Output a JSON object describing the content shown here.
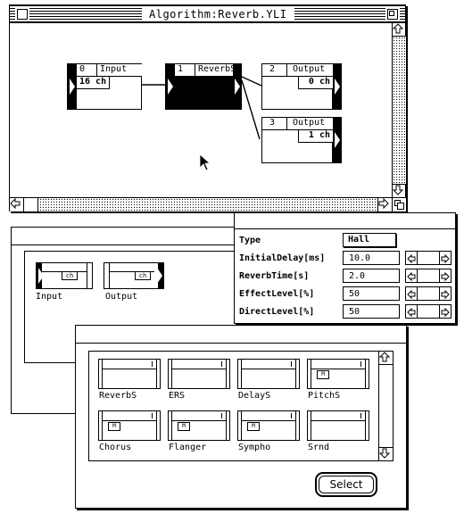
{
  "algorithm_window": {
    "title": "Algorithm:Reverb.YLI",
    "blocks": [
      {
        "index": "0",
        "name": "Input",
        "channels": "16 ch"
      },
      {
        "index": "1",
        "name": "ReverbS"
      },
      {
        "index": "2",
        "name": "Output",
        "channels": "0 ch"
      },
      {
        "index": "3",
        "name": "Output",
        "channels": "1 ch"
      }
    ]
  },
  "io_palette": {
    "items": [
      {
        "label": "Input",
        "badge": "ch"
      },
      {
        "label": "Output",
        "badge": "ch"
      }
    ]
  },
  "params": {
    "rows": [
      {
        "name": "Type",
        "value": "Hall"
      },
      {
        "name": "InitialDelay[ms]",
        "value": "10.0"
      },
      {
        "name": "ReverbTime[s]",
        "value": "2.0"
      },
      {
        "name": "EffectLevel[%]",
        "value": "50"
      },
      {
        "name": "DirectLevel[%]",
        "value": "50"
      }
    ]
  },
  "library": {
    "items": [
      {
        "label": "ReverbS",
        "badge": ""
      },
      {
        "label": "ERS",
        "badge": ""
      },
      {
        "label": "DelayS",
        "badge": ""
      },
      {
        "label": "PitchS",
        "badge": "M"
      },
      {
        "label": "Chorus",
        "badge": "M"
      },
      {
        "label": "Flanger",
        "badge": "M"
      },
      {
        "label": "Sympho",
        "badge": "M"
      },
      {
        "label": "Srnd",
        "badge": ""
      }
    ],
    "select_label": "Select"
  }
}
